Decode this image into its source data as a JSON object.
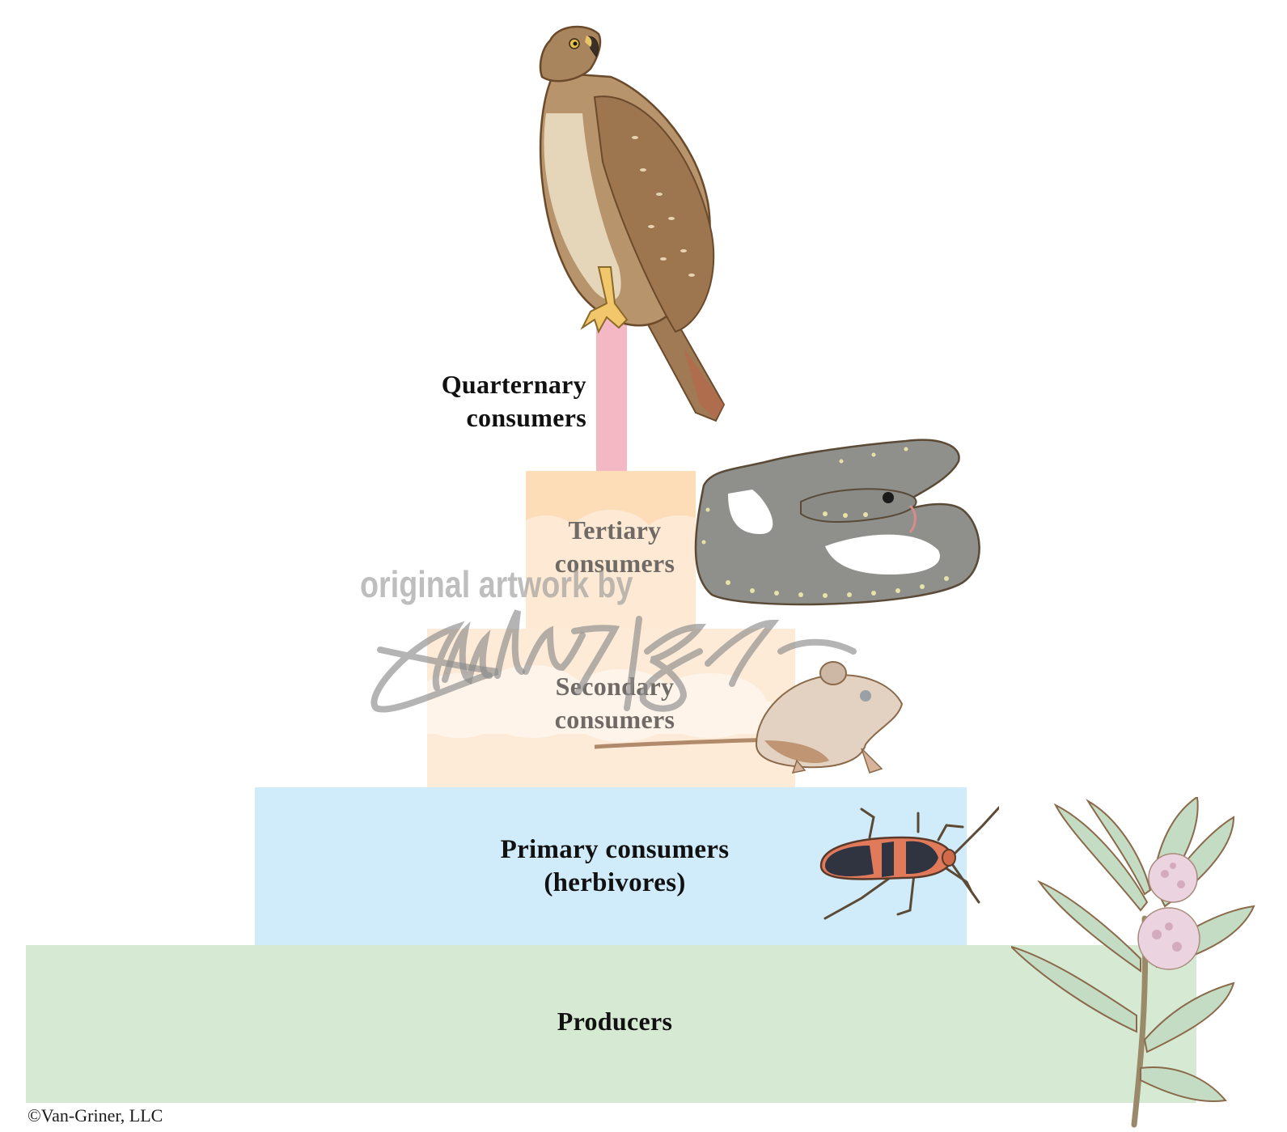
{
  "diagram": {
    "type": "ecological_pyramid",
    "title": "",
    "levels": [
      {
        "id": "quaternary",
        "label_line1": "Quarternary",
        "label_line2": "consumers",
        "color": "#f4b8c4",
        "organism": "hawk"
      },
      {
        "id": "tertiary",
        "label_line1": "Tertiary",
        "label_line2": "consumers",
        "color": "#fddcb8",
        "organism": "snake"
      },
      {
        "id": "secondary",
        "label_line1": "Secondary",
        "label_line2": "consumers",
        "color": "#fdebd8",
        "organism": "mouse"
      },
      {
        "id": "primary",
        "label_line1": "Primary consumers",
        "label_line2": "(herbivores)",
        "color": "#d0ebfa",
        "organism": "milkweed-bug"
      },
      {
        "id": "producers",
        "label_line1": "Producers",
        "label_line2": "",
        "color": "#d6ead3",
        "organism": "milkweed-plant"
      }
    ]
  },
  "watermark": {
    "text": "original artwork by",
    "signature": "signature"
  },
  "footer": {
    "copyright": "©Van-Griner, LLC"
  },
  "colors": {
    "quaternary": "#f4b8c4",
    "tertiary": "#fddcb8",
    "secondary": "#fdebd8",
    "primary": "#d0ebfa",
    "producers": "#d6ead3",
    "label_text": "#111111"
  }
}
